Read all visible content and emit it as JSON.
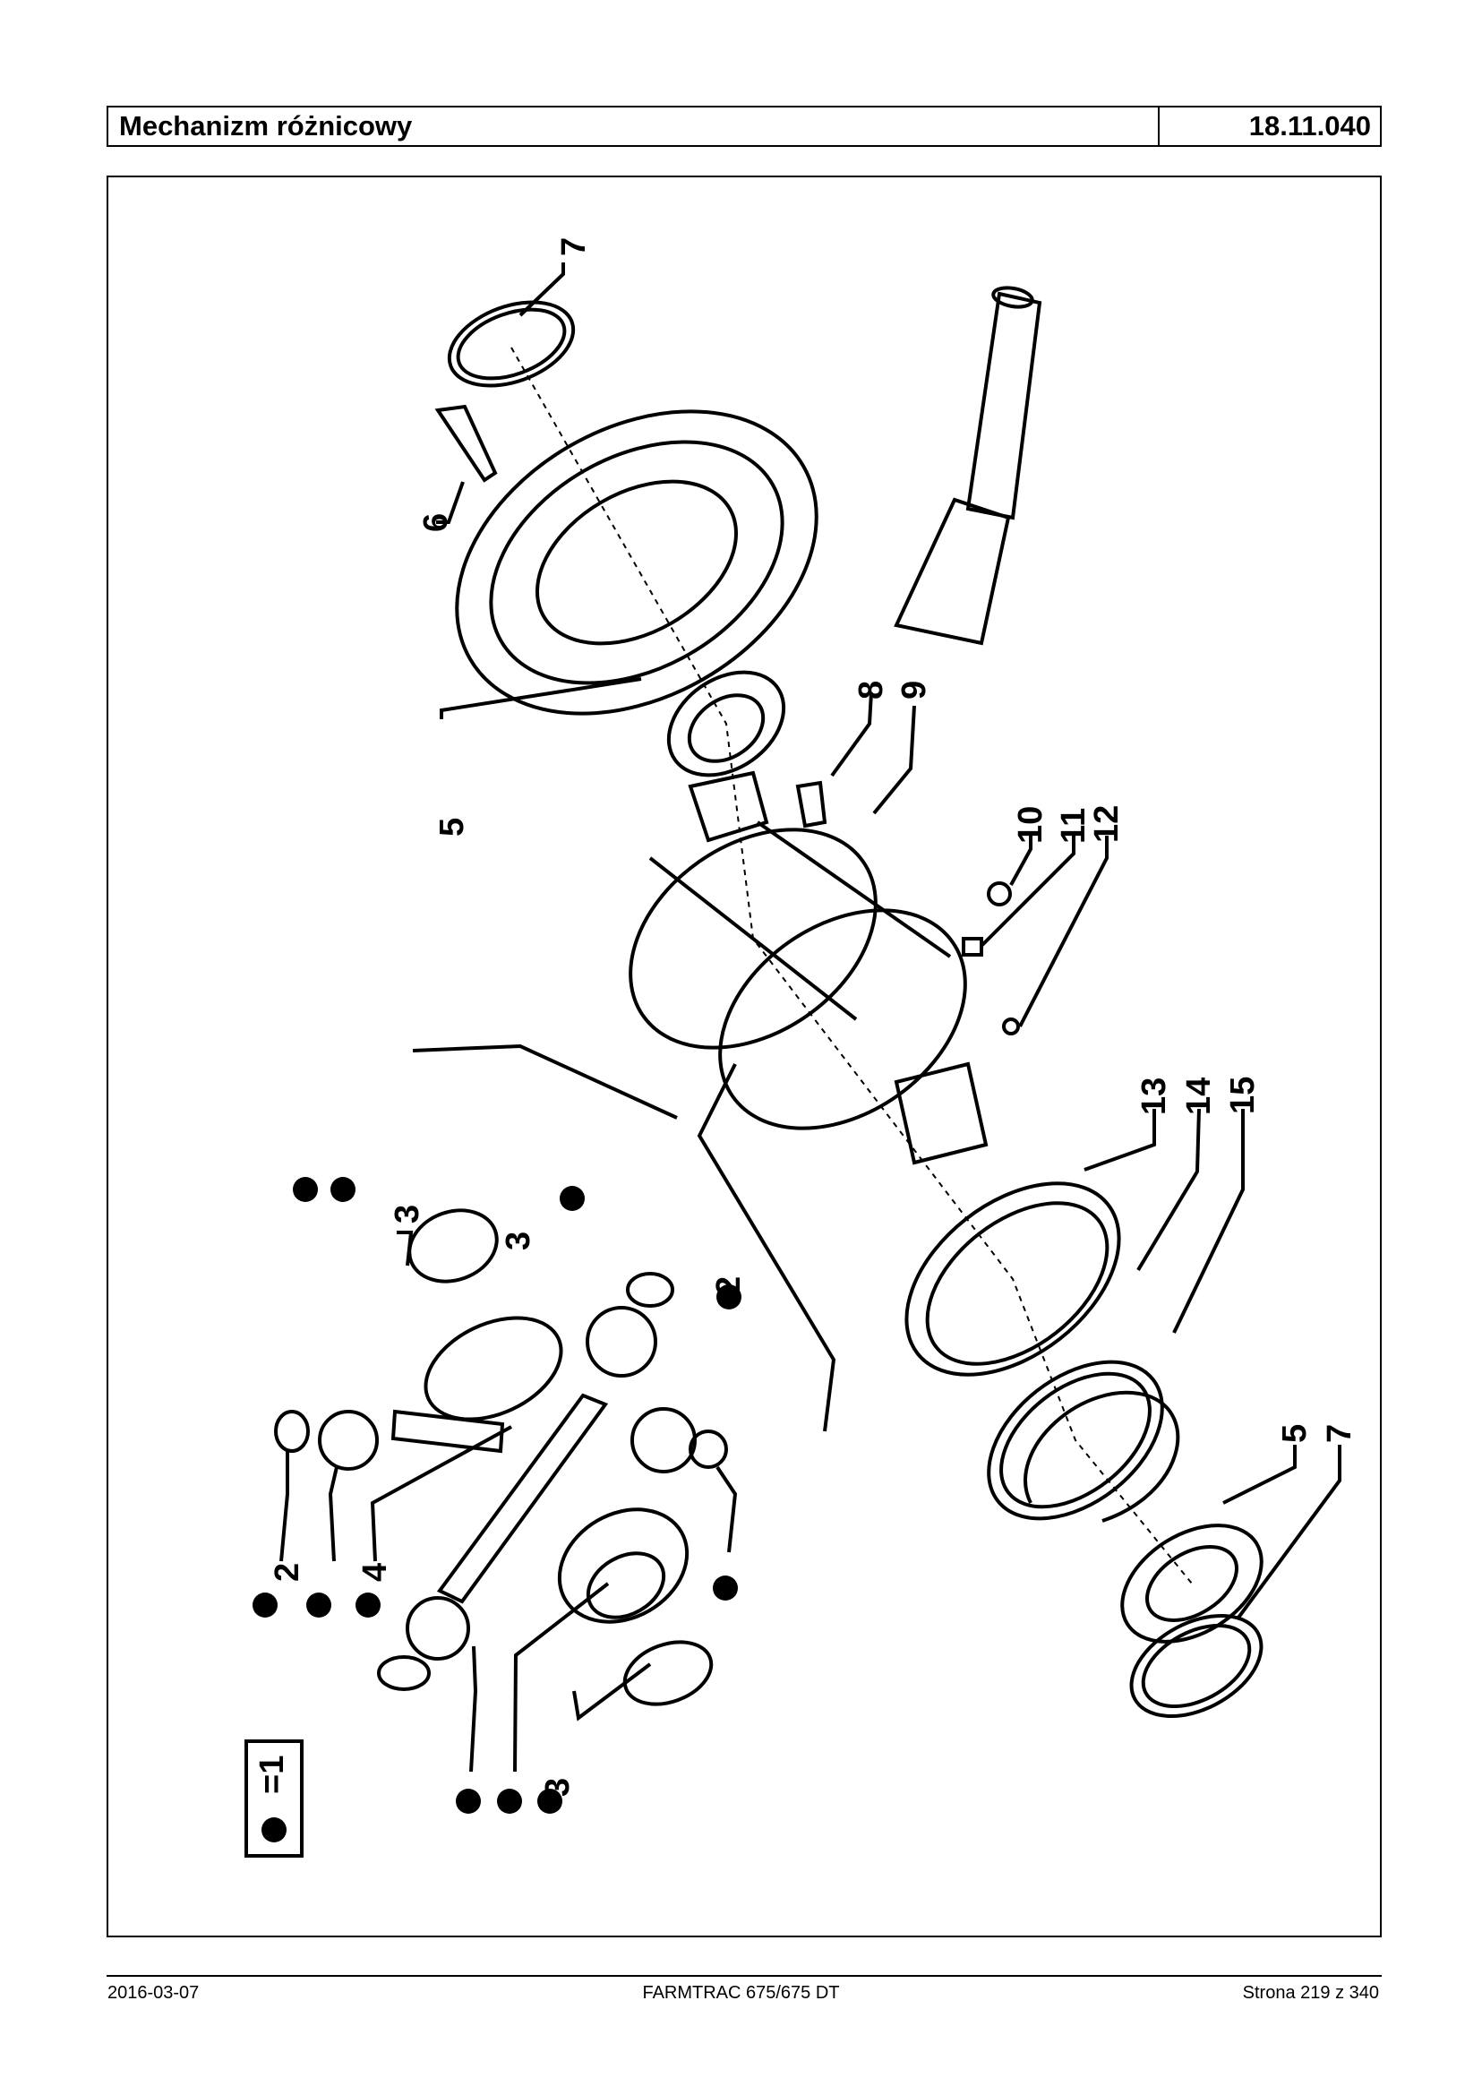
{
  "header": {
    "title": "Mechanizm różnicowy",
    "code": "18.11.040"
  },
  "figure": {
    "callouts": [
      "7",
      "6",
      "5",
      "8",
      "9",
      "10",
      "11",
      "12",
      "13",
      "14",
      "15",
      "5",
      "7",
      "2",
      "2",
      "4",
      "3",
      "3",
      "3"
    ],
    "legend": "=1",
    "legend_symbol": "filled-circle-icon"
  },
  "footer": {
    "date": "2016-03-07",
    "model": "FARMTRAC 675/675 DT",
    "page": "Strona 219 z 340"
  }
}
